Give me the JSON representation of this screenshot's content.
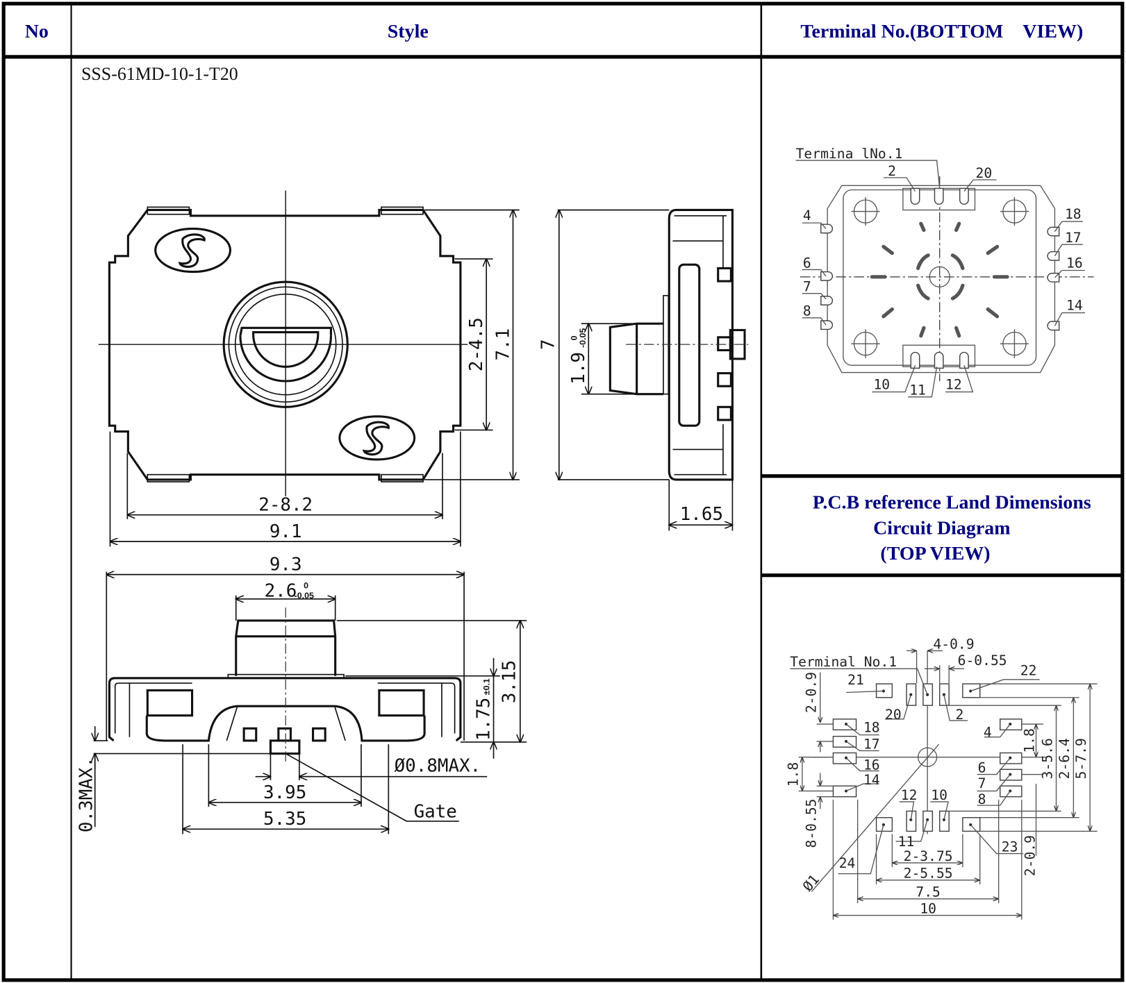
{
  "header": {
    "no": "No",
    "style": "Style",
    "terminal": "Terminal No.(BOTTOM　VIEW)"
  },
  "style": {
    "model": "SSS-61MD-10-1-T20",
    "top_view": {
      "dim_2_8_2": "2-8.2",
      "dim_9_1": "9.1",
      "dim_2_4_5": "2-4.5",
      "dim_7_1": "7.1"
    },
    "side_view": {
      "dim_7": "7",
      "dim_1_9": "1.9",
      "dim_1_9_tol_upper": "0",
      "dim_1_9_tol_lower": "-0.05",
      "dim_1_65": "1.65"
    },
    "front_view": {
      "dim_9_3": "9.3",
      "dim_2_6": "2.6",
      "dim_2_6_tol_upper": "0",
      "dim_2_6_tol_lower": "-0.05",
      "dim_3_15": "3.15",
      "dim_1_75": "1.75",
      "dim_1_75_tol": "±0.1",
      "dim_0_3max": "0.3MAX.",
      "dim_0_8max": "Ø0.8MAX.",
      "dim_3_95": "3.95",
      "dim_5_35": "5.35",
      "gate": "Gate"
    }
  },
  "terminal_view": {
    "terminal_no1": "Termina lNo.1",
    "labels": [
      "2",
      "20",
      "4",
      "18",
      "17",
      "6",
      "16",
      "7",
      "8",
      "14",
      "10",
      "11",
      "12"
    ]
  },
  "pcb_section": {
    "line1": "P.C.B reference Land Dimensions",
    "line2": "Circuit Diagram",
    "line3": "(TOP VIEW)"
  },
  "pcb_view": {
    "terminal_no1": "Terminal No.1",
    "dims": {
      "d4_0_9": "4-0.9",
      "d6_0_55": "6-0.55",
      "d2_0_9_left": "2-0.9",
      "d1_8_left": "1.8",
      "d8_0_55": "8-0.55",
      "d1_8_right": "1.8",
      "d3_5_6": "3-5.6",
      "d2_6_4": "2-6.4",
      "d5_7_9": "5-7.9",
      "d2_0_9_right": "2-0.9",
      "d2_3_75": "2-3.75",
      "d2_5_55": "2-5.55",
      "d7_5": "7.5",
      "d10": "10",
      "phi1": "Ø1"
    },
    "labels": [
      "21",
      "20",
      "2",
      "22",
      "18",
      "17",
      "16",
      "14",
      "4",
      "6",
      "7",
      "8",
      "12",
      "10",
      "11",
      "24",
      "23"
    ]
  }
}
